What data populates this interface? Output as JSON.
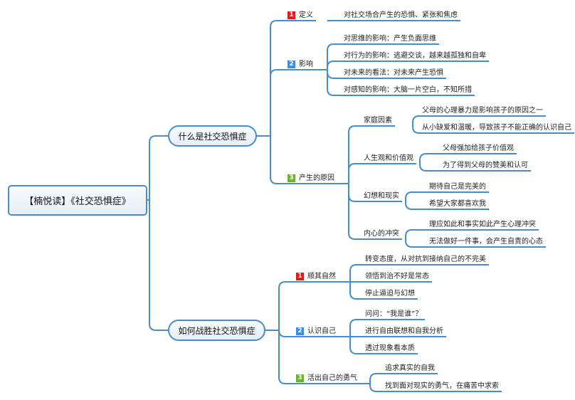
{
  "root": {
    "title": "【楠悦读】《社交恐惧症》"
  },
  "colors": {
    "line": "#4a8cc8",
    "badge_1": "#d81e1e",
    "badge_2": "#3a8ee6",
    "badge_3": "#6ab42a"
  },
  "branches": [
    {
      "label": "什么是社交恐惧症",
      "topics": [
        {
          "badge": "1",
          "label": "定义",
          "items": [
            {
              "label": "对社交场合产生的恐惧、紧张和焦虑"
            }
          ]
        },
        {
          "badge": "2",
          "label": "影响",
          "items": [
            {
              "label": "对思维的影响：产生负面思维"
            },
            {
              "label": "对行为的影响：逃避交谈，越来越孤独和自卑"
            },
            {
              "label": "对未来的看法：对未来产生恐惧"
            },
            {
              "label": "对感知的影响：大脑一片空白，不知所措"
            }
          ]
        },
        {
          "badge": "3",
          "label": "产生的原因",
          "items": [
            {
              "label": "家庭因素",
              "items": [
                {
                  "label": "父母的心理暴力是影响孩子的原因之一"
                },
                {
                  "label": "从小缺爱和温暖，导致孩子不能正确的认识自己"
                }
              ]
            },
            {
              "label": "人生观和价值观",
              "items": [
                {
                  "label": "父母强加给孩子价值观"
                },
                {
                  "label": "为了得到父母的赞美和认可"
                }
              ]
            },
            {
              "label": "幻想和现实",
              "items": [
                {
                  "label": "期待自己是完美的"
                },
                {
                  "label": "希望大家都喜欢我"
                }
              ]
            },
            {
              "label": "内心的冲突",
              "items": [
                {
                  "label": "理应如此和事实如此产生心理冲突"
                },
                {
                  "label": "无法做好一件事，会产生自责的心态"
                }
              ]
            }
          ]
        }
      ]
    },
    {
      "label": "如何战胜社交恐惧症",
      "topics": [
        {
          "badge": "1",
          "label": "顺其自然",
          "items": [
            {
              "label": "转变态度，从对抗到接纳自己的不完美"
            },
            {
              "label": "领悟到治不好是常态"
            },
            {
              "label": "停止逼迫与幻想"
            }
          ]
        },
        {
          "badge": "2",
          "label": "认识自己",
          "items": [
            {
              "label": "问问：“我是谁”？"
            },
            {
              "label": "进行自由联想和自我分析"
            },
            {
              "label": "透过现象看本质"
            }
          ]
        },
        {
          "badge": "3",
          "label": "活出自己的勇气",
          "items": [
            {
              "label": "追求真实的自我"
            },
            {
              "label": "找到面对现实的勇气，在痛苦中求索"
            }
          ]
        }
      ]
    }
  ]
}
